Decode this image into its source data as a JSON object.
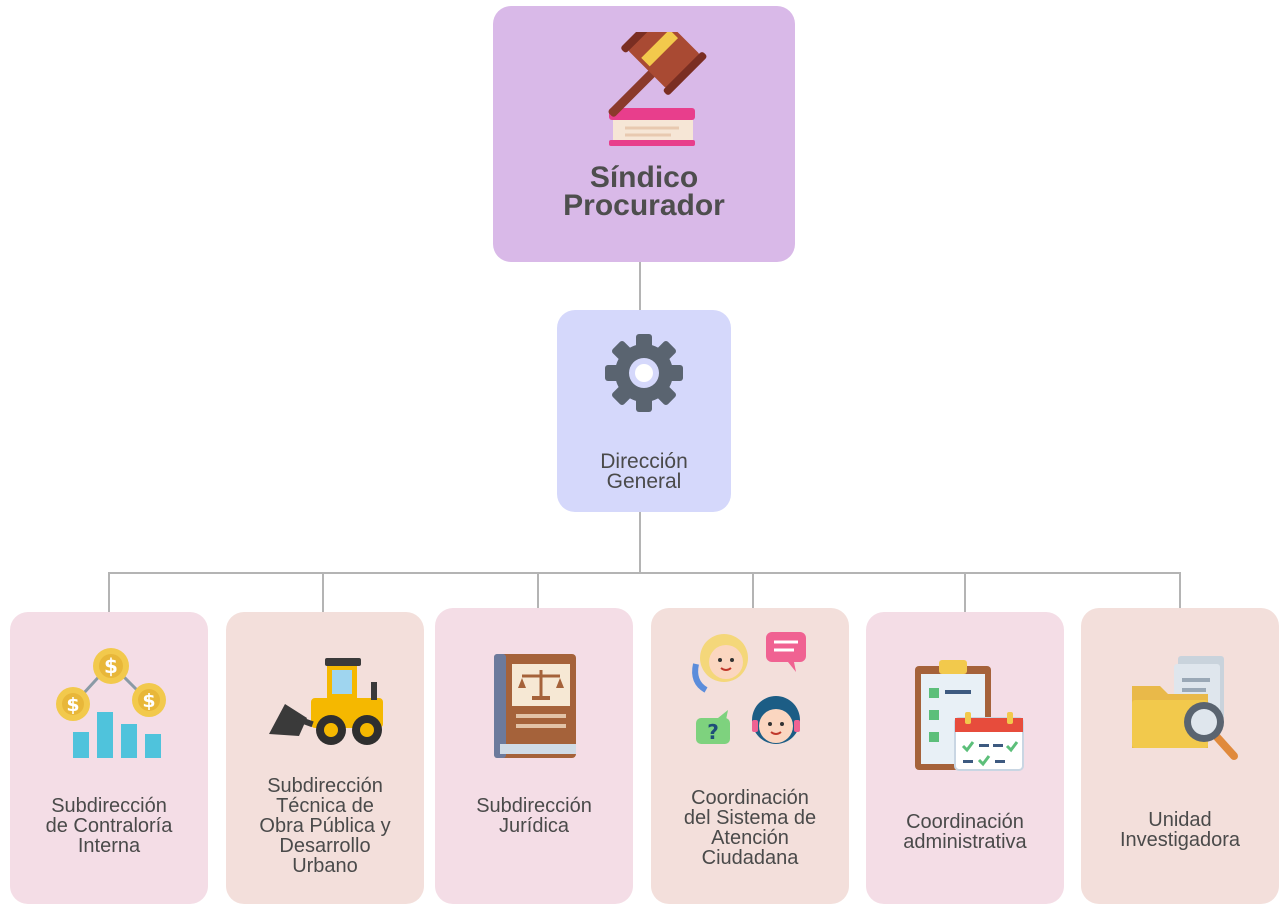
{
  "root": {
    "title_line1": "Síndico",
    "title_line2": "Procurador",
    "icon": "gavel-book-icon"
  },
  "direction": {
    "line1": "Dirección",
    "line2": "General",
    "icon": "gear-icon"
  },
  "units": [
    {
      "lines": [
        "Subdirección",
        "de Contraloría",
        "Interna"
      ],
      "icon": "finance-chart-icon"
    },
    {
      "lines": [
        "Subdirección",
        "Técnica de",
        "Obra Pública y",
        "Desarrollo",
        "Urbano"
      ],
      "icon": "bulldozer-icon"
    },
    {
      "lines": [
        "Subdirección",
        "Jurídica"
      ],
      "icon": "law-book-icon"
    },
    {
      "lines": [
        "Coordinación",
        "del Sistema de",
        "Atención",
        "Ciudadana"
      ],
      "icon": "customer-support-icon"
    },
    {
      "lines": [
        "Coordinación",
        "administrativa"
      ],
      "icon": "clipboard-calendar-icon"
    },
    {
      "lines": [
        "Unidad",
        "Investigadora"
      ],
      "icon": "folder-search-icon"
    }
  ],
  "colors": {
    "root_bg": "#d9b9e8",
    "direction_bg": "#d5d8fb",
    "unit_pink": "#f4dde6",
    "unit_peach": "#f3dfdb",
    "connector": "#b4b4b4"
  }
}
